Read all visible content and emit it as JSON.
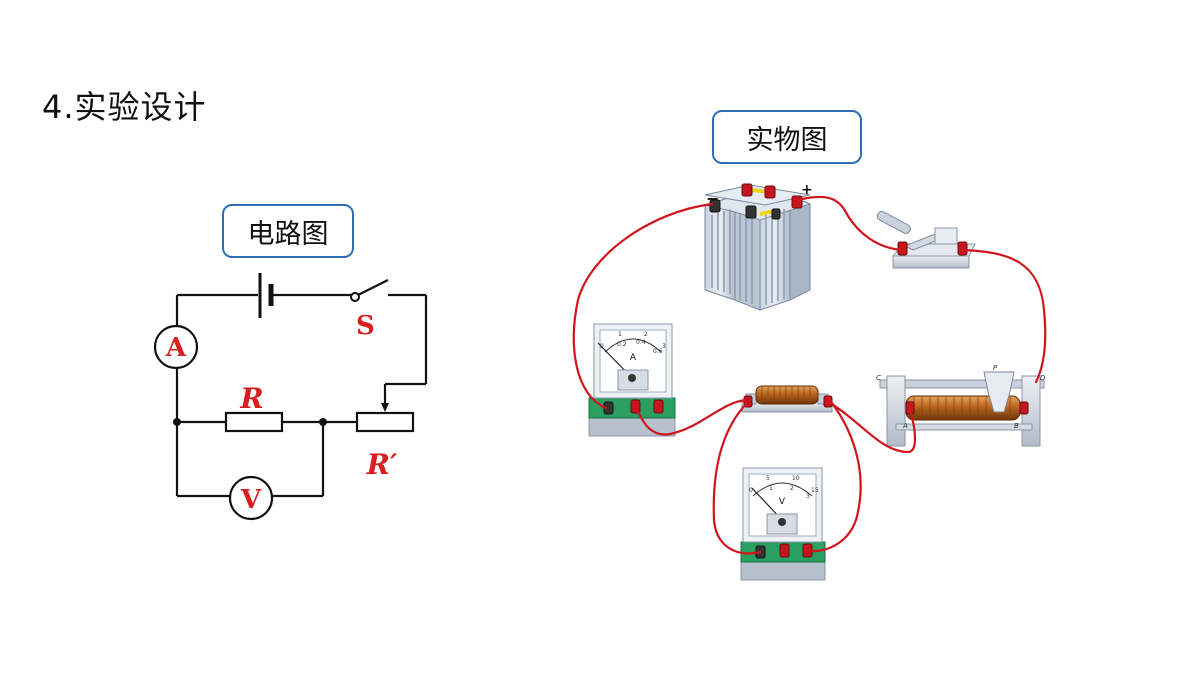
{
  "page": {
    "title": "4.实验设计"
  },
  "labels": {
    "circuit_diagram": "电路图",
    "real_diagram": "实物图"
  },
  "circuit": {
    "switch_label": "S",
    "resistor_label": "R",
    "rheostat_label": "R′",
    "ammeter_label": "A",
    "voltmeter_label": "V"
  },
  "colors": {
    "symbol_red": "#d81e1e",
    "wire_red": "#d2141c",
    "box_border": "#2f6fb5"
  },
  "devices": {
    "ammeter": {
      "unit": "A",
      "scale": [
        "0",
        "1",
        "2",
        "3",
        "0.2",
        "0.4",
        "0.6"
      ]
    },
    "voltmeter": {
      "unit": "V",
      "scale": [
        "0",
        "5",
        "10",
        "15",
        "1",
        "2",
        "3"
      ]
    },
    "rheostat": {
      "terminals": [
        "C",
        "D",
        "A",
        "B",
        "P"
      ]
    },
    "battery": {
      "neg": "−",
      "pos": "+"
    }
  }
}
